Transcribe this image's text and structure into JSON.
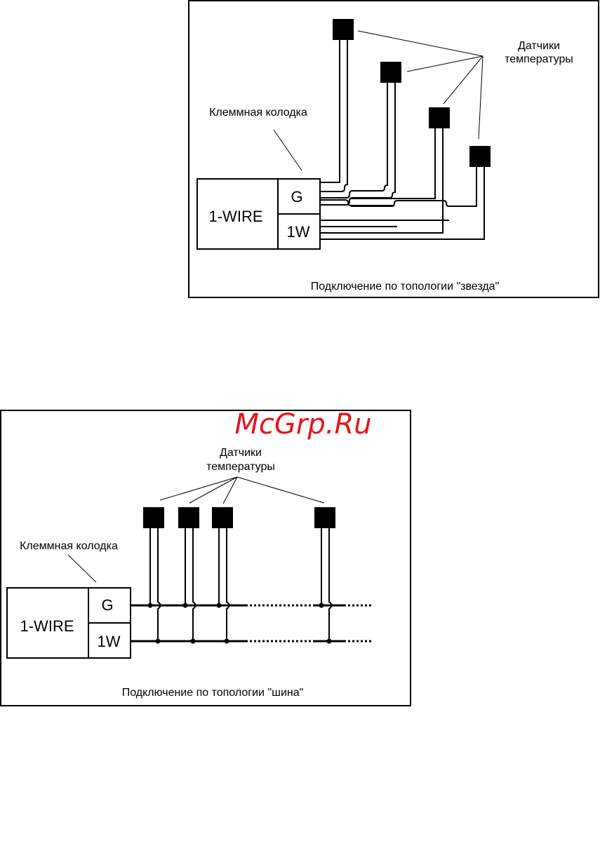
{
  "star_diagram": {
    "controller_label": "1-WIRE",
    "terminal_g": "G",
    "terminal_1w": "1W",
    "terminal_block_label": "Клеммная колодка",
    "sensors_label_line1": "Датчики",
    "sensors_label_line2": "температуры",
    "caption": "Подключение по топологии \"звезда\""
  },
  "bus_diagram": {
    "controller_label": "1-WIRE",
    "terminal_g": "G",
    "terminal_1w": "1W",
    "terminal_block_label": "Клеммная колодка",
    "sensors_label_line1": "Датчики",
    "sensors_label_line2": "температуры",
    "caption": "Подключение по топологии \"шина\""
  },
  "watermark": "McGrp.Ru"
}
